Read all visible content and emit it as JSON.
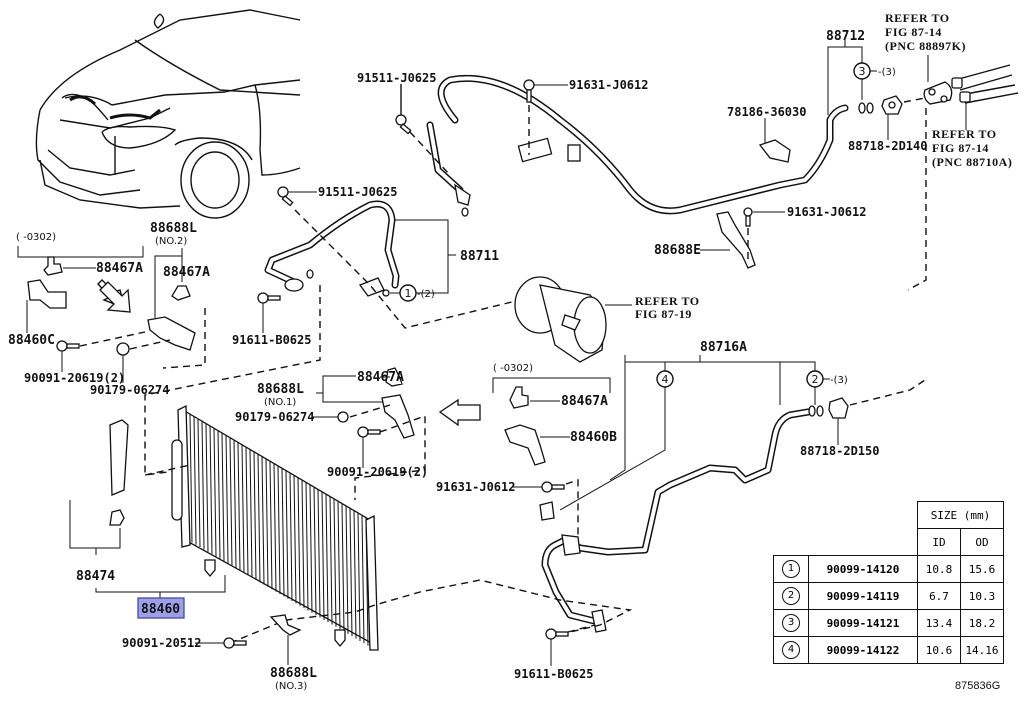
{
  "figure_id": "875836G",
  "highlight_color": "#9da0e6",
  "labels": {
    "bolt_91511_top": "91511-J0625",
    "bolt_91631_top": "91631-J0612",
    "pipe_88712": "88712",
    "circle3_qty": "-(3)",
    "refer_88897k_l1": "REFER TO",
    "refer_88897k_l2": "FIG 87-14",
    "refer_88897k_l3": "(PNC 88897K)",
    "clamp_78186": "78186-36030",
    "fitting_88718_2d140": "88718-2D140",
    "refer_88710a_l1": "REFER TO",
    "refer_88710a_l2": "FIG 87-14",
    "refer_88710a_l3": "(PNC 88710A)",
    "bolt_91511_mid": "91511-J0625",
    "hose_88711": "88711",
    "circle1_qty": "-(2)",
    "bolt_91631_mid": "91631-J0612",
    "bracket_88688e": "88688E",
    "bolt_91611_left": "91611-B0625",
    "refer_8719_l1": "REFER TO",
    "refer_8719_l2": "FIG 87-19",
    "group_left_range": "(      -0302)",
    "cushion_88467a_1": "88467A",
    "bracket_88688l_no2": "88688L",
    "no2": "(NO.2)",
    "cushion_88467a_2": "88467A",
    "bracket_88460c": "88460C",
    "bolt_90091_20619_left": "90091-20619(2)",
    "nut_90179_left": "90179-06274",
    "bracket_88688l_no1": "88688L",
    "no1": "(NO.1)",
    "cushion_88467a_3": "88467A",
    "nut_90179_mid": "90179-06274",
    "bolt_90091_20619_mid": "90091-20619(2)",
    "group_right_range": "(      -0302)",
    "cushion_88467a_4": "88467A",
    "bracket_88460b": "88460B",
    "pipe_88716a": "88716A",
    "circle2_qty": "-(3)",
    "fitting_88718_2d150": "88718-2D150",
    "bolt_91631_low": "91631-J0612",
    "part_88474": "88474",
    "condenser_88460": "88460",
    "bolt_90091_20512": "90091-20512",
    "bracket_88688l_no3": "88688L",
    "no3": "(NO.3)",
    "bolt_91611_bottom": "91611-B0625",
    "c1": "1",
    "c2": "2",
    "c3": "3",
    "c4": "4"
  },
  "size_table": {
    "header_size": "SIZE (mm)",
    "header_id": "ID",
    "header_od": "OD",
    "rows": [
      {
        "num": "1",
        "part": "90099-14120",
        "id": "10.8",
        "od": "15.6"
      },
      {
        "num": "2",
        "part": "90099-14119",
        "id": "6.7",
        "od": "10.3"
      },
      {
        "num": "3",
        "part": "90099-14121",
        "id": "13.4",
        "od": "18.2"
      },
      {
        "num": "4",
        "part": "90099-14122",
        "id": "10.6",
        "od": "14.16"
      }
    ]
  }
}
